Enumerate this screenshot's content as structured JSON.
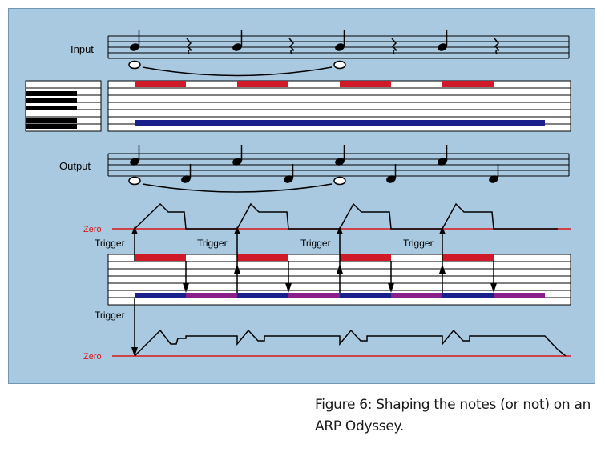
{
  "figure": {
    "labels": {
      "input": "Input",
      "output": "Output",
      "zero": "Zero",
      "trigger": "Trigger"
    },
    "caption": "Figure 6: Shaping the notes (or not) on an ARP Odyssey."
  },
  "colors": {
    "panel_background": "#a9c9e0",
    "key_red": "#d01a2a",
    "key_blue": "#1a1f8c",
    "key_purple": "#8a1f8a",
    "zero_line": "#d81818"
  },
  "icons": [
    "quarter-note-icon",
    "quarter-rest-icon",
    "whole-note-icon",
    "tie-icon",
    "arrow-up-icon",
    "arrow-down-icon"
  ]
}
